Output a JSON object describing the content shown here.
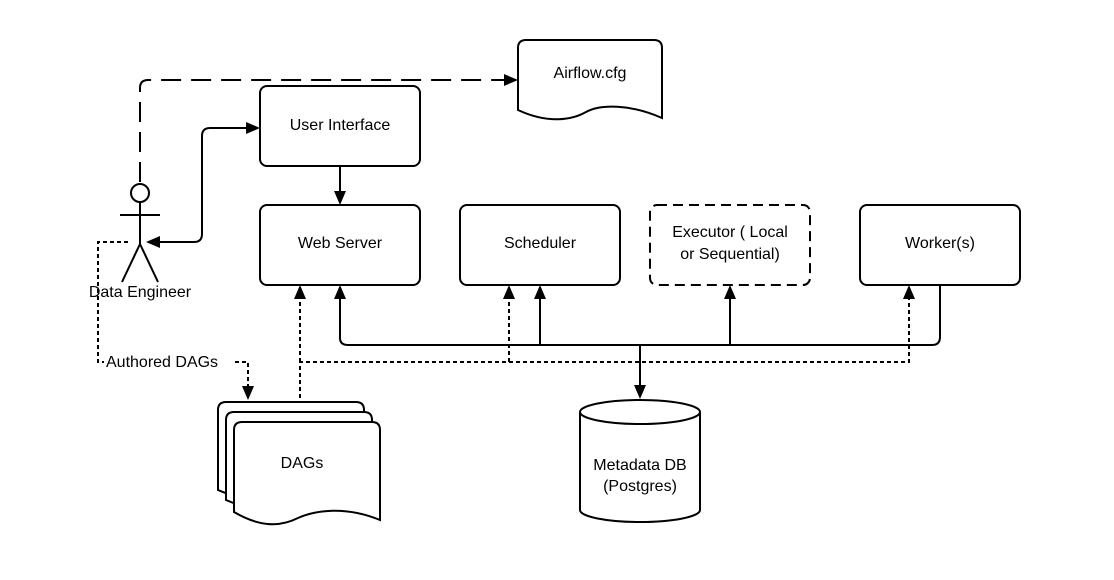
{
  "nodes": {
    "airflow_cfg": "Airflow.cfg",
    "user_interface": "User Interface",
    "web_server": "Web Server",
    "scheduler": "Scheduler",
    "executor": [
      "Executor ( Local",
      "or Sequential)"
    ],
    "workers": "Worker(s)",
    "dags": "DAGs",
    "metadata_db": [
      "Metadata DB",
      "(Postgres)"
    ],
    "actor": "Data Engineer"
  },
  "edge_labels": {
    "authored_dags": "Authored DAGs"
  }
}
